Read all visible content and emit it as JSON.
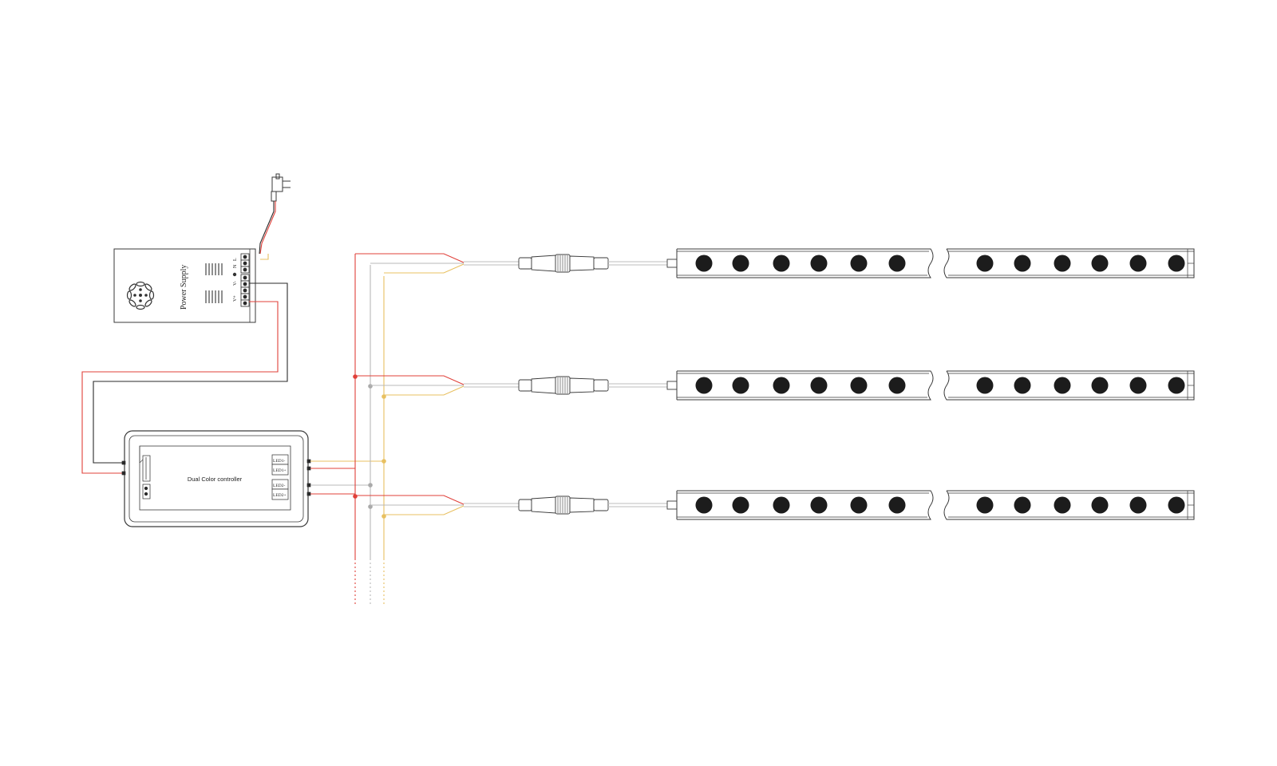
{
  "power_supply": {
    "title": "Power Supply",
    "terminals": [
      "L",
      "N",
      "V-",
      "V+"
    ]
  },
  "controller": {
    "title": "Dual Color controller",
    "terminals": [
      "LED1-",
      "LED1+",
      "LED2-",
      "LED2+"
    ]
  },
  "strips": {
    "count": 3,
    "leds_per_segment": 6
  },
  "colors": {
    "positive_wire": "#e0403a",
    "negative_wire": "#2a2a2a",
    "channel1_wire": "#b8b8b8",
    "channel2_wire": "#e8c060",
    "outline": "#3a3a3a",
    "led": "#1c1c1c"
  }
}
